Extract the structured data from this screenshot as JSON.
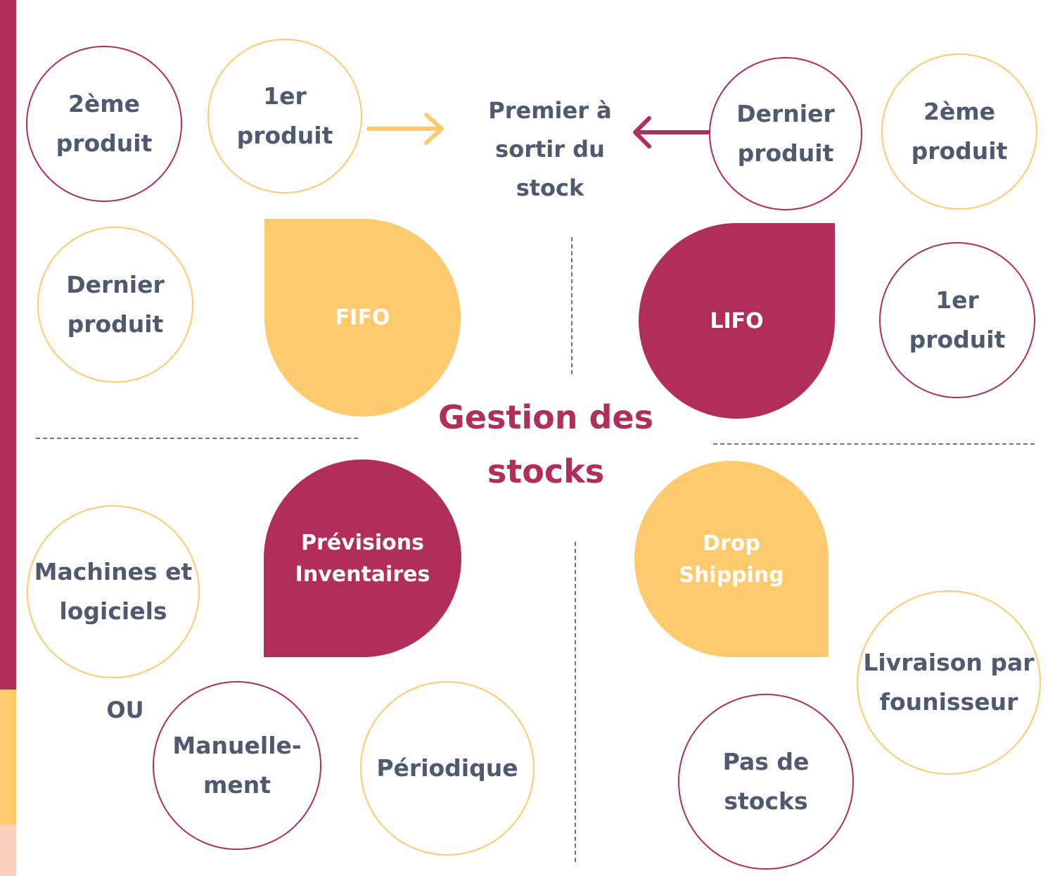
{
  "title": [
    "Gestion des",
    "stocks"
  ],
  "center_label": [
    "Premier à",
    "sortir du",
    "stock"
  ],
  "fifo": {
    "label": "FIFO",
    "items": [
      {
        "l1": "2ème",
        "l2": "produit"
      },
      {
        "l1": "1er",
        "l2": "produit"
      },
      {
        "l1": "Dernier",
        "l2": "produit"
      }
    ]
  },
  "lifo": {
    "label": "LIFO",
    "items": [
      {
        "l1": "Dernier",
        "l2": "produit"
      },
      {
        "l1": "2ème",
        "l2": "produit"
      },
      {
        "l1": "1er",
        "l2": "produit"
      }
    ]
  },
  "previsions": {
    "l1": "Prévisions",
    "l2": "Inventaires",
    "items": [
      {
        "l1": "Machines et",
        "l2": "logiciels"
      },
      {
        "l1": "Manuelle-",
        "l2": "ment"
      },
      {
        "l1": "Périodique",
        "l2": ""
      }
    ],
    "or": "OU"
  },
  "drop": {
    "l1": "Drop",
    "l2": "Shipping",
    "items": [
      {
        "l1": "Livraison par",
        "l2": "founisseur"
      },
      {
        "l1": "Pas de",
        "l2": "stocks"
      }
    ]
  },
  "colors": {
    "magenta": "#B22E5A",
    "yellow": "#FDCA6E",
    "text": "#4E5A70",
    "peach": "#FCD0BF"
  }
}
